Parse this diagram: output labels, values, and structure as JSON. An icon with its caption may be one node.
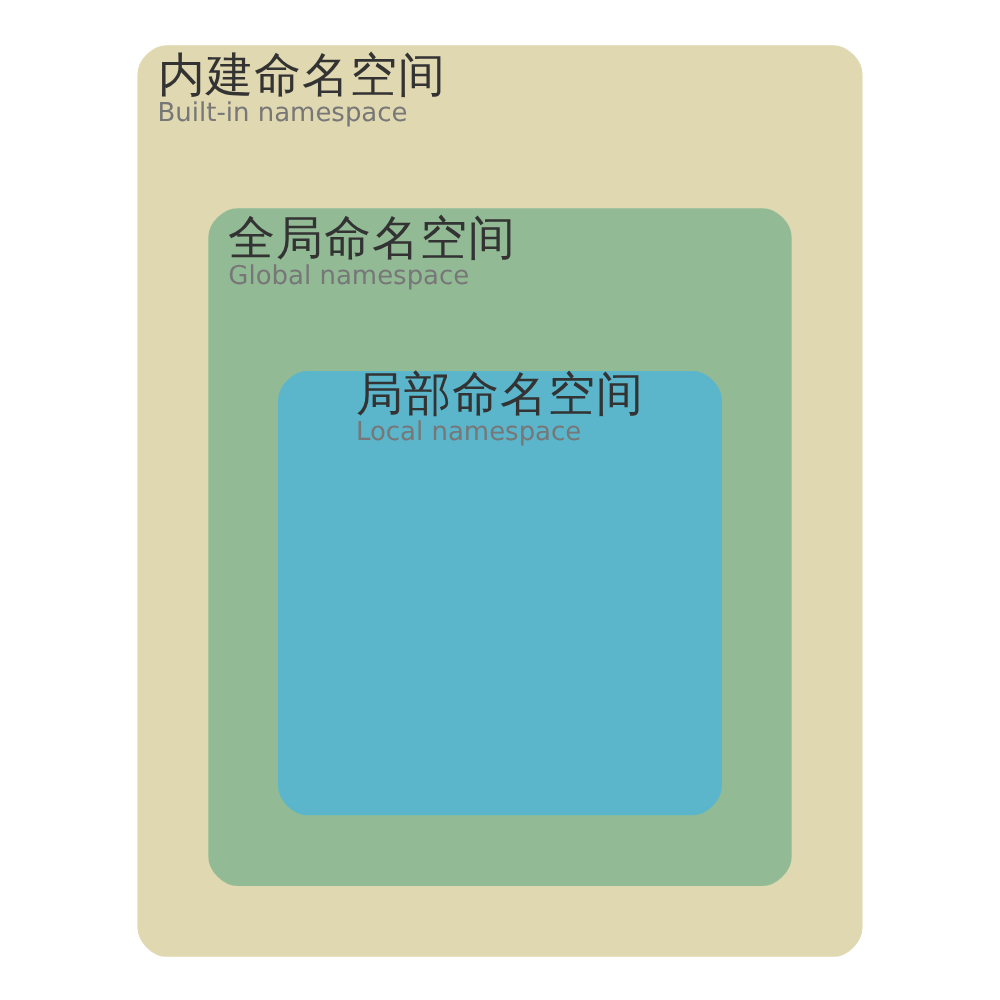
{
  "diagram": {
    "nodes": [
      {
        "text": [
          "内建命名空间",
          "Built-in namespace"
        ]
      },
      {
        "text": [
          "全局命名空间",
          "Global namespace"
        ],
        "in": 0
      },
      {
        "text": [
          "局部命名空间",
          "Local namespace"
        ],
        "in": 1
      }
    ]
  }
}
